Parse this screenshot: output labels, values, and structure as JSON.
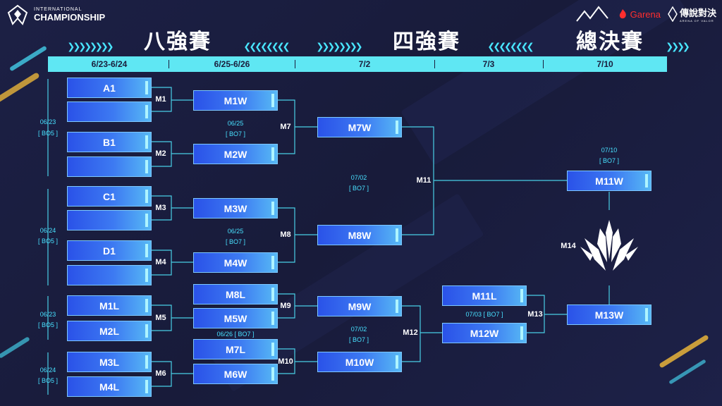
{
  "brand": {
    "top_line": "INTERNATIONAL",
    "main_line": "CHAMPIONSHIP",
    "level_infinite": "LEVEL INFINITE",
    "garena": "Garena",
    "aov_title": "傳說對決",
    "aov_sub": "ARENA OF VALOR"
  },
  "stages": {
    "quarterfinal": "八強賽",
    "semifinal": "四強賽",
    "final": "總決賽"
  },
  "dates": [
    "6/23-6/24",
    "6/25-6/26",
    "7/2",
    "7/3",
    "7/10"
  ],
  "colors": {
    "accent": "#49e6ff",
    "box_start": "#2a52e8",
    "box_end": "#57b9f5",
    "background": "#1a1d3c",
    "date_bar": "#5fe7f3"
  },
  "boxes": {
    "a1": "A1",
    "a1_opp": "",
    "b1": "B1",
    "b1_opp": "",
    "c1": "C1",
    "c1_opp": "",
    "d1": "D1",
    "d1_opp": "",
    "m1l": "M1L",
    "m2l": "M2L",
    "m3l": "M3L",
    "m4l": "M4L",
    "m1w": "M1W",
    "m2w": "M2W",
    "m3w": "M3W",
    "m4w": "M4W",
    "m8l": "M8L",
    "m5w": "M5W",
    "m7l": "M7L",
    "m6w": "M6W",
    "m7w": "M7W",
    "m8w": "M8W",
    "m9w": "M9W",
    "m10w": "M10W",
    "m11l": "M11L",
    "m12w": "M12W",
    "m11w": "M11W",
    "m13w": "M13W"
  },
  "match_labels": {
    "m1": "M1",
    "m2": "M2",
    "m3": "M3",
    "m4": "M4",
    "m5": "M5",
    "m6": "M6",
    "m7": "M7",
    "m8": "M8",
    "m9": "M9",
    "m10": "M10",
    "m11": "M11",
    "m12": "M12",
    "m13": "M13",
    "m14": "M14"
  },
  "schedule": {
    "left_1_date": "06/23",
    "left_1_fmt": "[ BO5 ]",
    "left_2_date": "06/24",
    "left_2_fmt": "[ BO5 ]",
    "left_3_date": "06/23",
    "left_3_fmt": "[ BO5 ]",
    "left_4_date": "06/24",
    "left_4_fmt": "[ BO5 ]",
    "m7_date": "06/25",
    "m7_fmt": "[ BO7 ]",
    "m8_date": "06/25",
    "m8_fmt": "[ BO7 ]",
    "m10_info": "06/26 [ BO7 ]",
    "m11_date": "07/02",
    "m11_fmt": "[ BO7 ]",
    "m12_date": "07/02",
    "m12_fmt": "[ BO7 ]",
    "m13_info": "07/03 [ BO7 ]",
    "final_date": "07/10",
    "final_fmt": "[ BO7 ]"
  }
}
